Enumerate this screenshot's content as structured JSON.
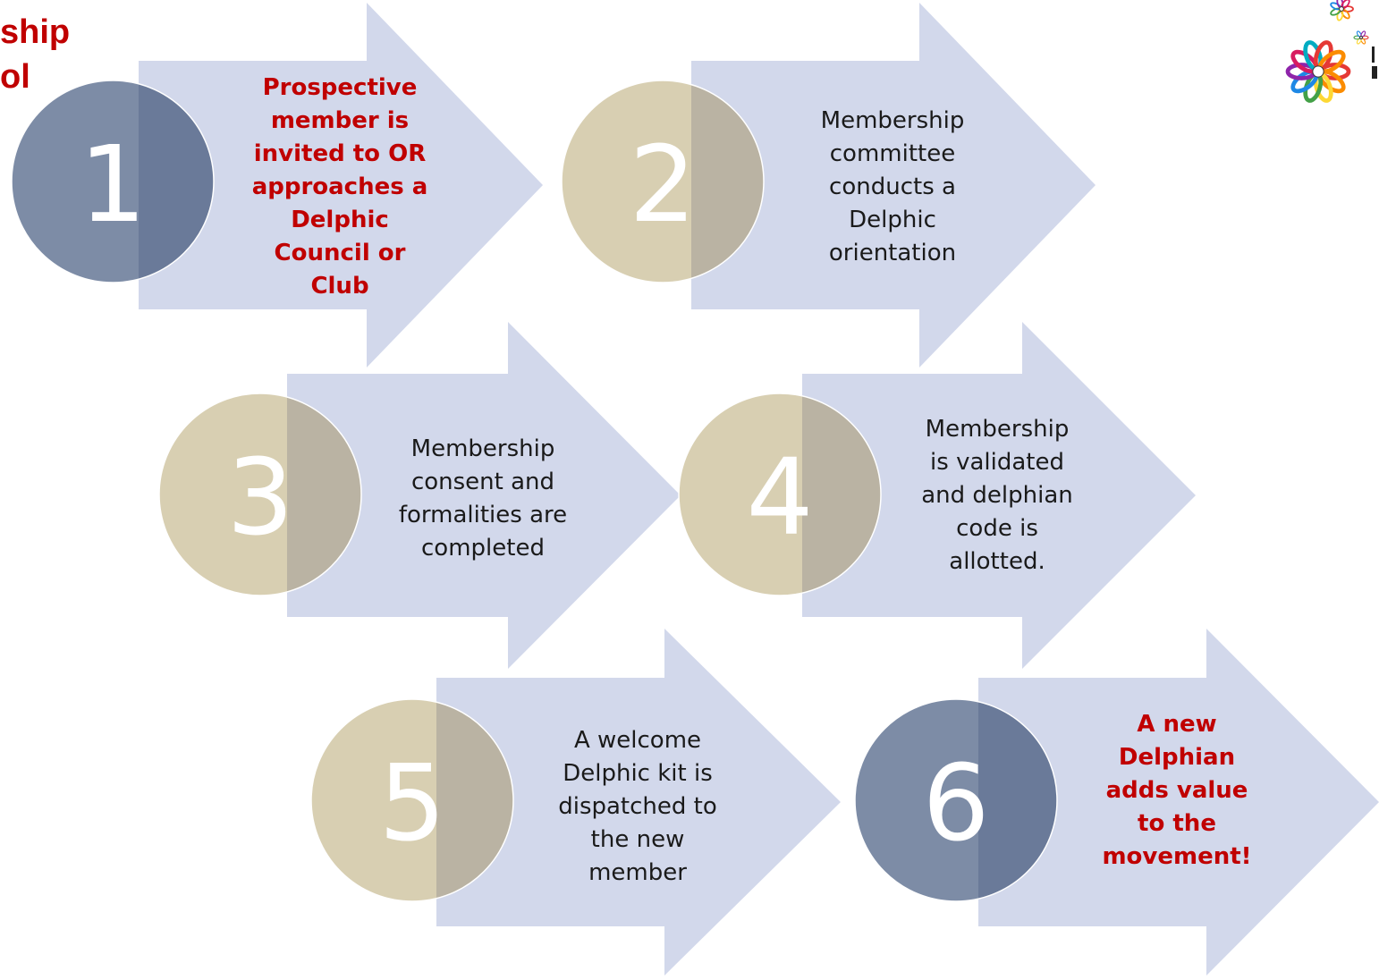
{
  "title": {
    "line1": "ship",
    "line2": "ol"
  },
  "colors": {
    "arrow": "#d2d8eb",
    "circle_blue": "#7d8ca6",
    "circle_blue_overlap": "#6a7a99",
    "circle_tan": "#d8cfb2",
    "circle_tan_overlap": "#bab3a3",
    "number": "#ffffff",
    "highlight_text": "#c00000",
    "body_text": "#1a1a1a"
  },
  "steps": [
    {
      "number": "1",
      "circle_style": "blue",
      "highlight": true,
      "lines": [
        "Prospective",
        "member is",
        "invited to OR",
        "approaches a",
        "Delphic",
        "Council or",
        "Club"
      ]
    },
    {
      "number": "2",
      "circle_style": "tan",
      "highlight": false,
      "lines": [
        "Membership",
        "committee",
        "conducts a",
        "Delphic",
        "orientation"
      ]
    },
    {
      "number": "3",
      "circle_style": "tan",
      "highlight": false,
      "lines": [
        "Membership",
        "consent and",
        "formalities are",
        "completed"
      ]
    },
    {
      "number": "4",
      "circle_style": "tan",
      "highlight": false,
      "lines": [
        "Membership",
        "is validated",
        "and delphian",
        "code is",
        "allotted."
      ]
    },
    {
      "number": "5",
      "circle_style": "tan",
      "highlight": false,
      "lines": [
        "A welcome",
        "Delphic kit is",
        "dispatched to",
        "the new",
        "member"
      ]
    },
    {
      "number": "6",
      "circle_style": "blue",
      "highlight": true,
      "lines": [
        "A new",
        "Delphian",
        "adds value",
        "to the",
        "movement!"
      ]
    }
  ],
  "logo": {
    "icon": "flower-logo-icon"
  }
}
